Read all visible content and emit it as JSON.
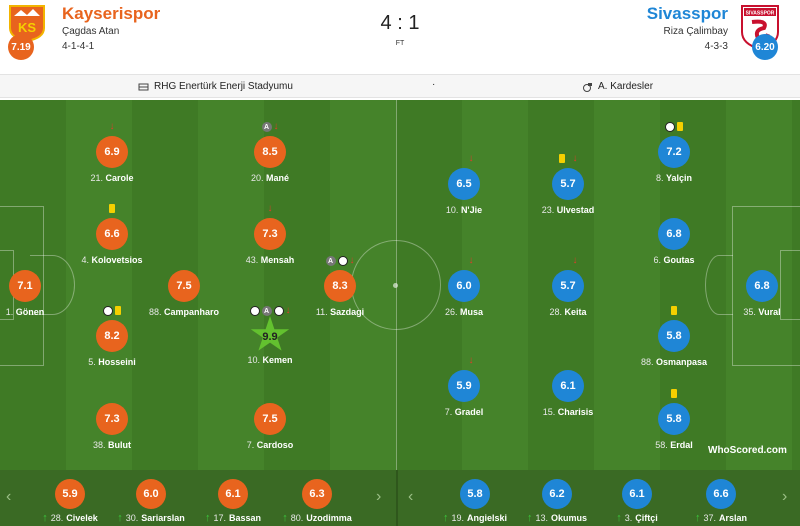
{
  "match": {
    "score": "4 : 1",
    "status": "FT",
    "venue": "RHG Enertürk Enerji Stadyumu",
    "separator": "·",
    "referee": "A. Kardesler"
  },
  "home": {
    "name": "Kayserispor",
    "coach": "Çagdas Atan",
    "formation": "4-1-4-1",
    "team_rating": "7.19",
    "color": "#e8641e",
    "crest_text": "KS"
  },
  "away": {
    "name": "Sivasspor",
    "coach": "Riza Çalimbay",
    "formation": "4-3-3",
    "team_rating": "6.20",
    "color": "#1f86d6",
    "crest_text": "SIVASSPOR"
  },
  "home_players": [
    {
      "num": "1.",
      "name": "Gönen",
      "rating": "7.1"
    },
    {
      "num": "4.",
      "name": "Kolovetsios",
      "rating": "6.6"
    },
    {
      "num": "5.",
      "name": "Hosseini",
      "rating": "8.2"
    },
    {
      "num": "21.",
      "name": "Carole",
      "rating": "6.9"
    },
    {
      "num": "38.",
      "name": "Bulut",
      "rating": "7.3"
    },
    {
      "num": "88.",
      "name": "Campanharo",
      "rating": "7.5"
    },
    {
      "num": "20.",
      "name": "Mané",
      "rating": "8.5"
    },
    {
      "num": "43.",
      "name": "Mensah",
      "rating": "7.3"
    },
    {
      "num": "10.",
      "name": "Kemen",
      "rating": "9.9"
    },
    {
      "num": "7.",
      "name": "Cardoso",
      "rating": "7.5"
    },
    {
      "num": "11.",
      "name": "Sazdagi",
      "rating": "8.3"
    }
  ],
  "away_players": [
    {
      "num": "35.",
      "name": "Vural",
      "rating": "6.8"
    },
    {
      "num": "8.",
      "name": "Yalçin",
      "rating": "7.2"
    },
    {
      "num": "6.",
      "name": "Goutas",
      "rating": "6.8"
    },
    {
      "num": "88.",
      "name": "Osmanpasa",
      "rating": "5.8"
    },
    {
      "num": "58.",
      "name": "Erdal",
      "rating": "5.8"
    },
    {
      "num": "23.",
      "name": "Ulvestad",
      "rating": "5.7"
    },
    {
      "num": "28.",
      "name": "Keita",
      "rating": "5.7"
    },
    {
      "num": "15.",
      "name": "Charisis",
      "rating": "6.1"
    },
    {
      "num": "10.",
      "name": "N'Jie",
      "rating": "6.5"
    },
    {
      "num": "26.",
      "name": "Musa",
      "rating": "6.0"
    },
    {
      "num": "7.",
      "name": "Gradel",
      "rating": "5.9"
    }
  ],
  "home_subs": [
    {
      "num": "28.",
      "name": "Civelek",
      "rating": "5.9"
    },
    {
      "num": "30.",
      "name": "Sariarslan",
      "rating": "6.0"
    },
    {
      "num": "17.",
      "name": "Bassan",
      "rating": "6.1"
    },
    {
      "num": "80.",
      "name": "Uzodimma",
      "rating": "6.3"
    }
  ],
  "away_subs": [
    {
      "num": "19.",
      "name": "Angielski",
      "rating": "5.8"
    },
    {
      "num": "13.",
      "name": "Okumus",
      "rating": "6.2"
    },
    {
      "num": "3.",
      "name": "Çiftçi",
      "rating": "6.1"
    },
    {
      "num": "37.",
      "name": "Arslan",
      "rating": "6.6"
    }
  ],
  "icons": {
    "assist": "A",
    "sub_off": "↓",
    "sub_on": "↑",
    "nav_left": "‹",
    "nav_right": "›"
  },
  "watermark": "WhoScored.com"
}
